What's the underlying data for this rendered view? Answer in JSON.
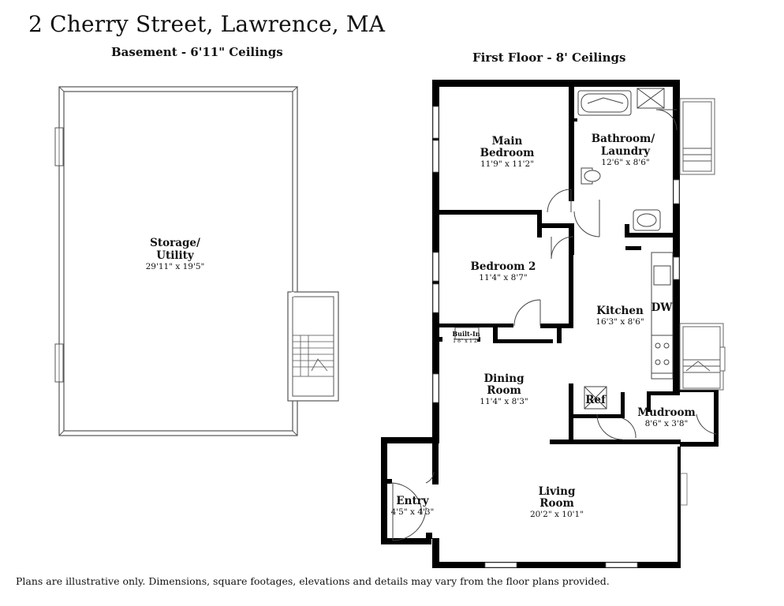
{
  "header": {
    "title": "2 Cherry Street, Lawrence, MA",
    "basement_label": "Basement - 6'11\" Ceilings",
    "first_floor_label": "First Floor - 8' Ceilings"
  },
  "basement": {
    "storage": {
      "name_line1": "Storage/",
      "name_line2": "Utility",
      "dims": "29'11\" x 19'5\""
    }
  },
  "first_floor": {
    "main_bedroom": {
      "name_line1": "Main",
      "name_line2": "Bedroom",
      "dims": "11'9\" x 11'2\""
    },
    "bathroom": {
      "name_line1": "Bathroom/",
      "name_line2": "Laundry",
      "dims": "12'6\" x 8'6\""
    },
    "bedroom2": {
      "name": "Bedroom 2",
      "dims": "11'4\" x 8'7\""
    },
    "kitchen": {
      "name": "Kitchen",
      "dims": "16'3\" x 8'6\""
    },
    "dishwasher": {
      "label": "DW"
    },
    "built_in": {
      "name": "Built-In",
      "dims": "1'8\" x 1'2\""
    },
    "dining": {
      "name_line1": "Dining",
      "name_line2": "Room",
      "dims": "11'4\" x 8'3\""
    },
    "refrigerator": {
      "label": "Ref"
    },
    "mudroom": {
      "name": "Mudroom",
      "dims": "8'6\" x 3'8\""
    },
    "entry": {
      "name": "Entry",
      "dims": "4'5\" x 4'3\""
    },
    "living": {
      "name_line1": "Living",
      "name_line2": "Room",
      "dims": "20'2\" x 10'1\""
    }
  },
  "footer": {
    "disclaimer": "Plans are illustrative only. Dimensions, square footages, elevations and details may vary from the floor plans provided."
  }
}
